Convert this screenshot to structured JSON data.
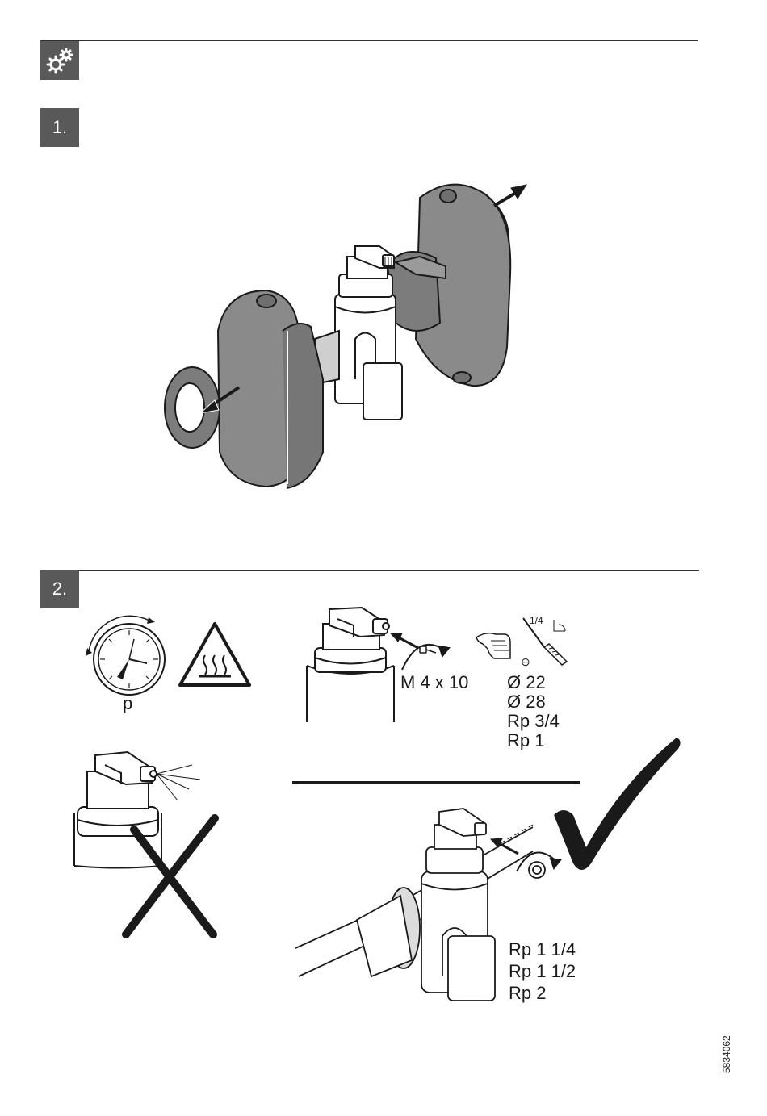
{
  "header": {
    "icon": "gears-icon"
  },
  "steps": [
    {
      "label": "1."
    },
    {
      "label": "2."
    }
  ],
  "step1": {
    "illustration": "insulation-shell-removal",
    "icons": [
      "arrow-out-icon",
      "arrow-out-icon"
    ]
  },
  "step2": {
    "pressure_label": "p",
    "warning_icon": "hot-surface-warning-icon",
    "screw_spec": "M 4 x 10",
    "tool_fraction": "1/4",
    "tool_sign": "⊖",
    "sizes_small": [
      "Ø 22",
      "Ø 28",
      "Rp 3/4",
      "Rp 1"
    ],
    "sizes_large": [
      "Rp 1 1/4",
      "Rp 1 1/2",
      "Rp 2"
    ],
    "wrong_icon": "cross-mark-icon",
    "correct_icon": "check-mark-icon"
  },
  "footer": {
    "doc_number": "5834062"
  },
  "colors": {
    "step_badge": "#595959",
    "insulation": "#8a8a8a",
    "line": "#1a1a1a"
  }
}
